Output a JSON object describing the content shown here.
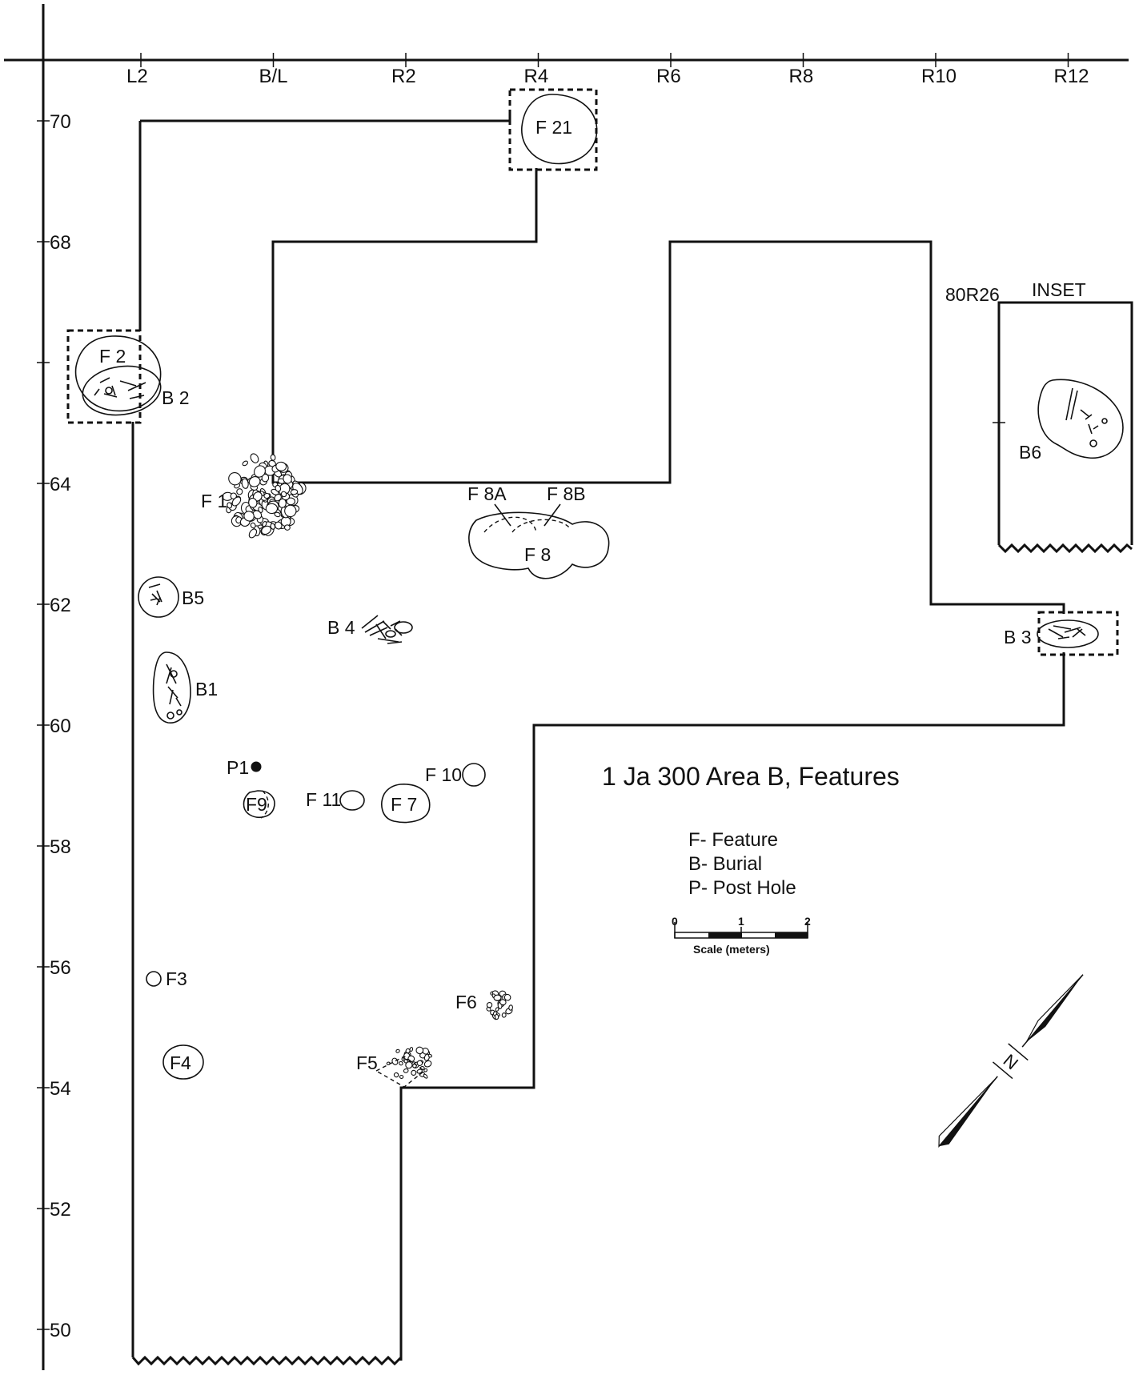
{
  "title": "1 Ja 300 Area B, Features",
  "legend": {
    "items": [
      "F- Feature",
      "B- Burial",
      "P- Post Hole"
    ],
    "scale": {
      "ticks": [
        "0",
        "1",
        "2"
      ],
      "caption": "Scale (meters)"
    }
  },
  "north_arrow": {
    "label": "N"
  },
  "axes": {
    "x_ticks": [
      "L2",
      "B/L",
      "R2",
      "R4",
      "R6",
      "R8",
      "R10",
      "R12"
    ],
    "y_ticks": [
      "70",
      "68",
      "",
      "64",
      "62",
      "60",
      "58",
      "56",
      "54",
      "52",
      "50"
    ]
  },
  "inset": {
    "title": "INSET",
    "datum": "80R26",
    "burial_label": "B6"
  },
  "features": {
    "F21": "F 21",
    "F2": "F 2",
    "B2": "B 2",
    "F1": "F 1",
    "F8A": "F 8A",
    "F8B": "F 8B",
    "F8": "F 8",
    "B5": "B5",
    "B4": "B 4",
    "B1": "B1",
    "B3": "B 3",
    "P1": "P1",
    "F9": "F9",
    "F11": "F 11",
    "F7": "F 7",
    "F10": "F 10",
    "F3": "F3",
    "F4": "F4",
    "F6": "F6",
    "F5": "F5"
  }
}
